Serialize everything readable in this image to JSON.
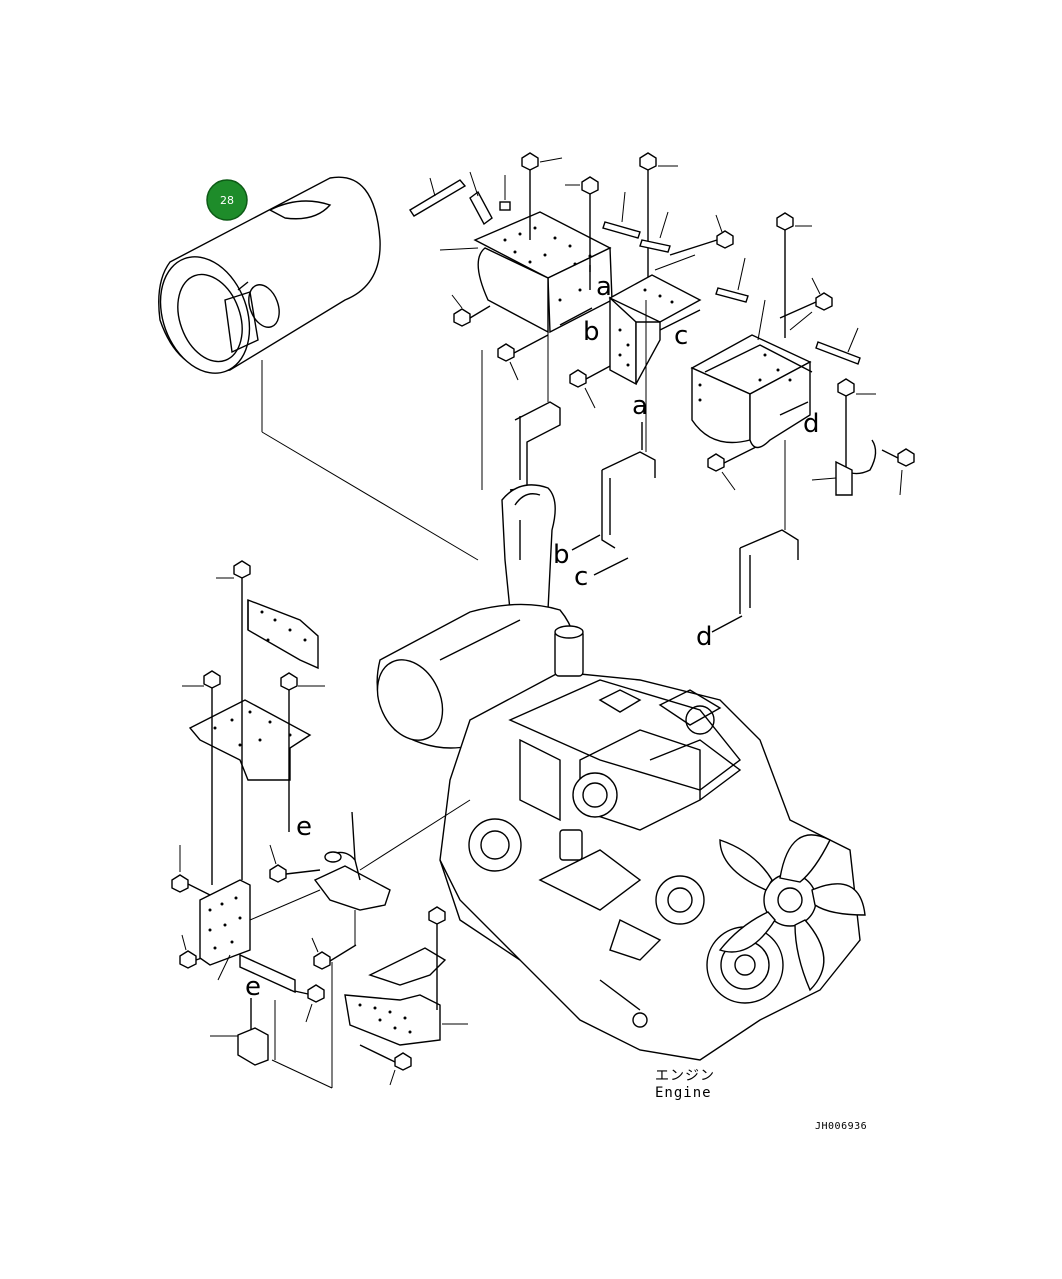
{
  "badge": {
    "number": "28",
    "color": "#1e8c2a"
  },
  "labels": {
    "a": "a",
    "b": "b",
    "c": "c",
    "d": "d",
    "e": "e"
  },
  "caption": {
    "japanese": "エンジン",
    "english": "Engine"
  },
  "reference_code": "JH006936"
}
